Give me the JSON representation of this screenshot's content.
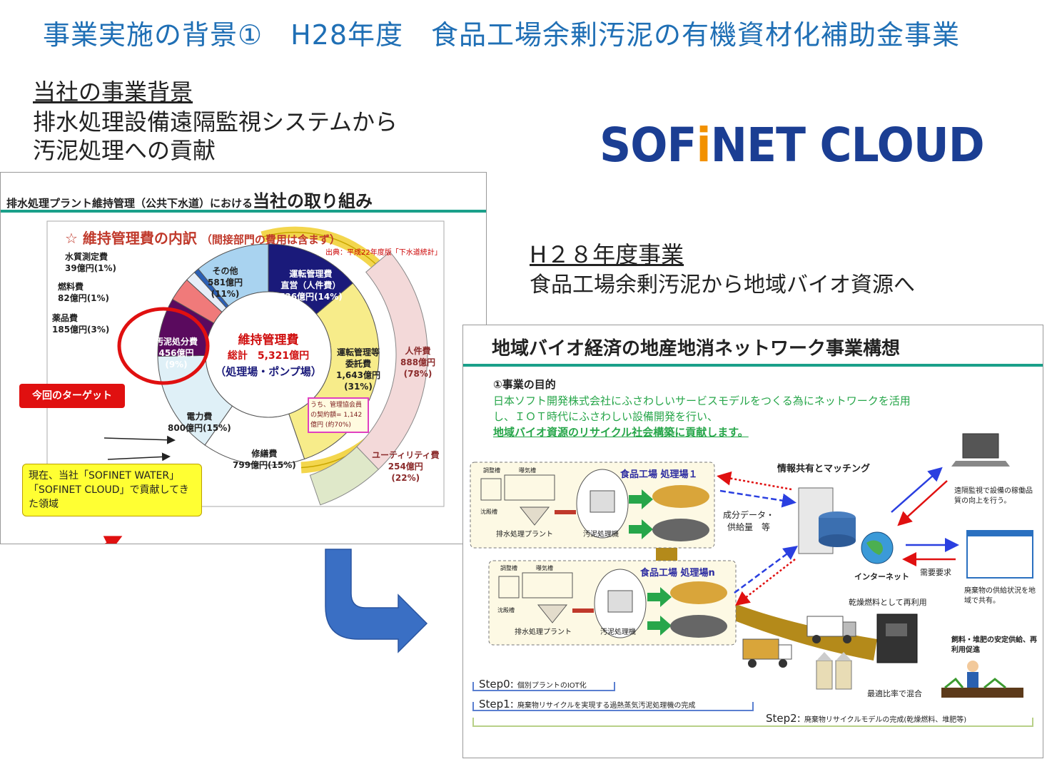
{
  "title": "事業実施の背景①　H28年度　食品工場余剰汚泥の有機資材化補助金事業",
  "background": {
    "heading": "当社の事業背景",
    "line1": "排水処理設備遠隔監視システムから",
    "line2": "汚泥処理への貢献"
  },
  "logo": {
    "part1": "SOF",
    "dot": "i",
    "part2": "NET CLOUD"
  },
  "h28": {
    "heading": "H２８年度事業",
    "line": "食品工場余剰汚泥から地域バイオ資源へ"
  },
  "left_panel": {
    "title_small": "排水処理プラント維持管理（公共下水道）における",
    "title_big": "当社の取り組み",
    "chart_title": "☆ 維持管理費の内訳",
    "chart_note": "（間接部門の費用は含まず）",
    "source": "出典：平成22年度版「下水道統計」",
    "center_1": "維持管理費",
    "center_2": "総計　5,321億円",
    "center_3": "（処理場・ポンプ場）",
    "sub_box": "うち、管理協会員の契約額= 1,142億円 (約70%)",
    "target_label": "今回のターゲット",
    "note_box": "現在、当社「SOFINET WATER」「SOFINET CLOUD」で貢献してきた領域"
  },
  "chart_data": {
    "type": "pie",
    "title": "☆ 維持管理費の内訳",
    "unit": "億円",
    "total": 5321,
    "slices": [
      {
        "name": "運転管理費直営（人件費）",
        "value": 736,
        "pct": "14%",
        "color": "#1a1a7a"
      },
      {
        "name": "運転管理等委託費",
        "value": 1643,
        "pct": "31%",
        "color": "#f7ec8a"
      },
      {
        "name": "修繕費",
        "value": 799,
        "pct": "15%",
        "color": "#ffffff"
      },
      {
        "name": "電力費",
        "value": 800,
        "pct": "15%",
        "color": "#dff0f7"
      },
      {
        "name": "汚泥処分費",
        "value": 456,
        "pct": "9%",
        "color": "#5a0a5e"
      },
      {
        "name": "薬品費",
        "value": 185,
        "pct": "3%",
        "color": "#f07a7a"
      },
      {
        "name": "燃料費",
        "value": 82,
        "pct": "1%",
        "color": "#e6eef8"
      },
      {
        "name": "水質測定費",
        "value": 39,
        "pct": "1%",
        "color": "#2a5fb5"
      },
      {
        "name": "その他",
        "value": 581,
        "pct": "11%",
        "color": "#a9d3f0"
      }
    ],
    "outer": [
      {
        "name": "人件費",
        "value": 888,
        "pct": "78%"
      },
      {
        "name": "ユーティリティ費",
        "value": 254,
        "pct": "22%"
      }
    ]
  },
  "slice_labels": {
    "sonota": [
      "その他",
      "581億円",
      "(11%)"
    ],
    "unten": [
      "運転管理費",
      "直営（人件費）",
      "736億円(14%)"
    ],
    "itaku": [
      "運転管理等",
      "委託費",
      "1,643億円",
      "(31%)"
    ],
    "shuzen": [
      "修繕費",
      "799億円(15%)"
    ],
    "denryoku": [
      "電力費",
      "800億円(15%)"
    ],
    "odei": [
      "汚泥処分費",
      "456億円",
      "(9%)"
    ],
    "suishitsu": [
      "水質測定費",
      "39億円(1%)"
    ],
    "nenryo": [
      "燃料費",
      "82億円(1%)"
    ],
    "yakuhin": [
      "薬品費",
      "185億円(3%)"
    ],
    "jinken": [
      "人件費",
      "888億円",
      "(78%)"
    ],
    "utility": [
      "ユーティリティ費",
      "254億円",
      "(22%)"
    ]
  },
  "right_panel": {
    "title": "地域バイオ経済の地産地消ネットワーク事業構想",
    "purpose_head": "①事業の目的",
    "purpose_1": "日本ソフト開発株式会社にふさわしいサービスモデルをつくる為にネットワークを活用",
    "purpose_2": "し、ＩＯＴ時代にふさわしい設備開発を行い、",
    "purpose_3": "地域バイオ資源のリサイクル社会構築に貢献します。",
    "factory1": "食品工場 処理場１",
    "factoryn": "食品工場 処理場n",
    "plant_label": "排水処理プラント",
    "machine_label": "汚泥処理機",
    "tank1": "調整槽",
    "tank2": "曝気槽",
    "tank3": "沈殿槽",
    "info_share": "情報共有とマッチング",
    "data_flow": "成分データ・\n供給量　等",
    "internet": "インターネット",
    "demand": "需要要求",
    "remote": "遠隔監視で設備の稼働品質の向上を行う。",
    "waste_share": "廃棄物の供給状況を地域で共有。",
    "dry_fuel": "乾燥燃料として再利用",
    "mix": "最適比率で混合",
    "feed": "飼料・堆肥の安定供給、再利用促進",
    "step0": "Step0:",
    "step0_text": "個別プラントのIOT化",
    "step1": "Step1:",
    "step1_text": "廃棄物リサイクルを実現する過熱蒸気汚泥処理機の完成",
    "step2": "Step2:",
    "step2_text": "廃棄物リサイクルモデルの完成(乾燥燃料、堆肥等)"
  }
}
